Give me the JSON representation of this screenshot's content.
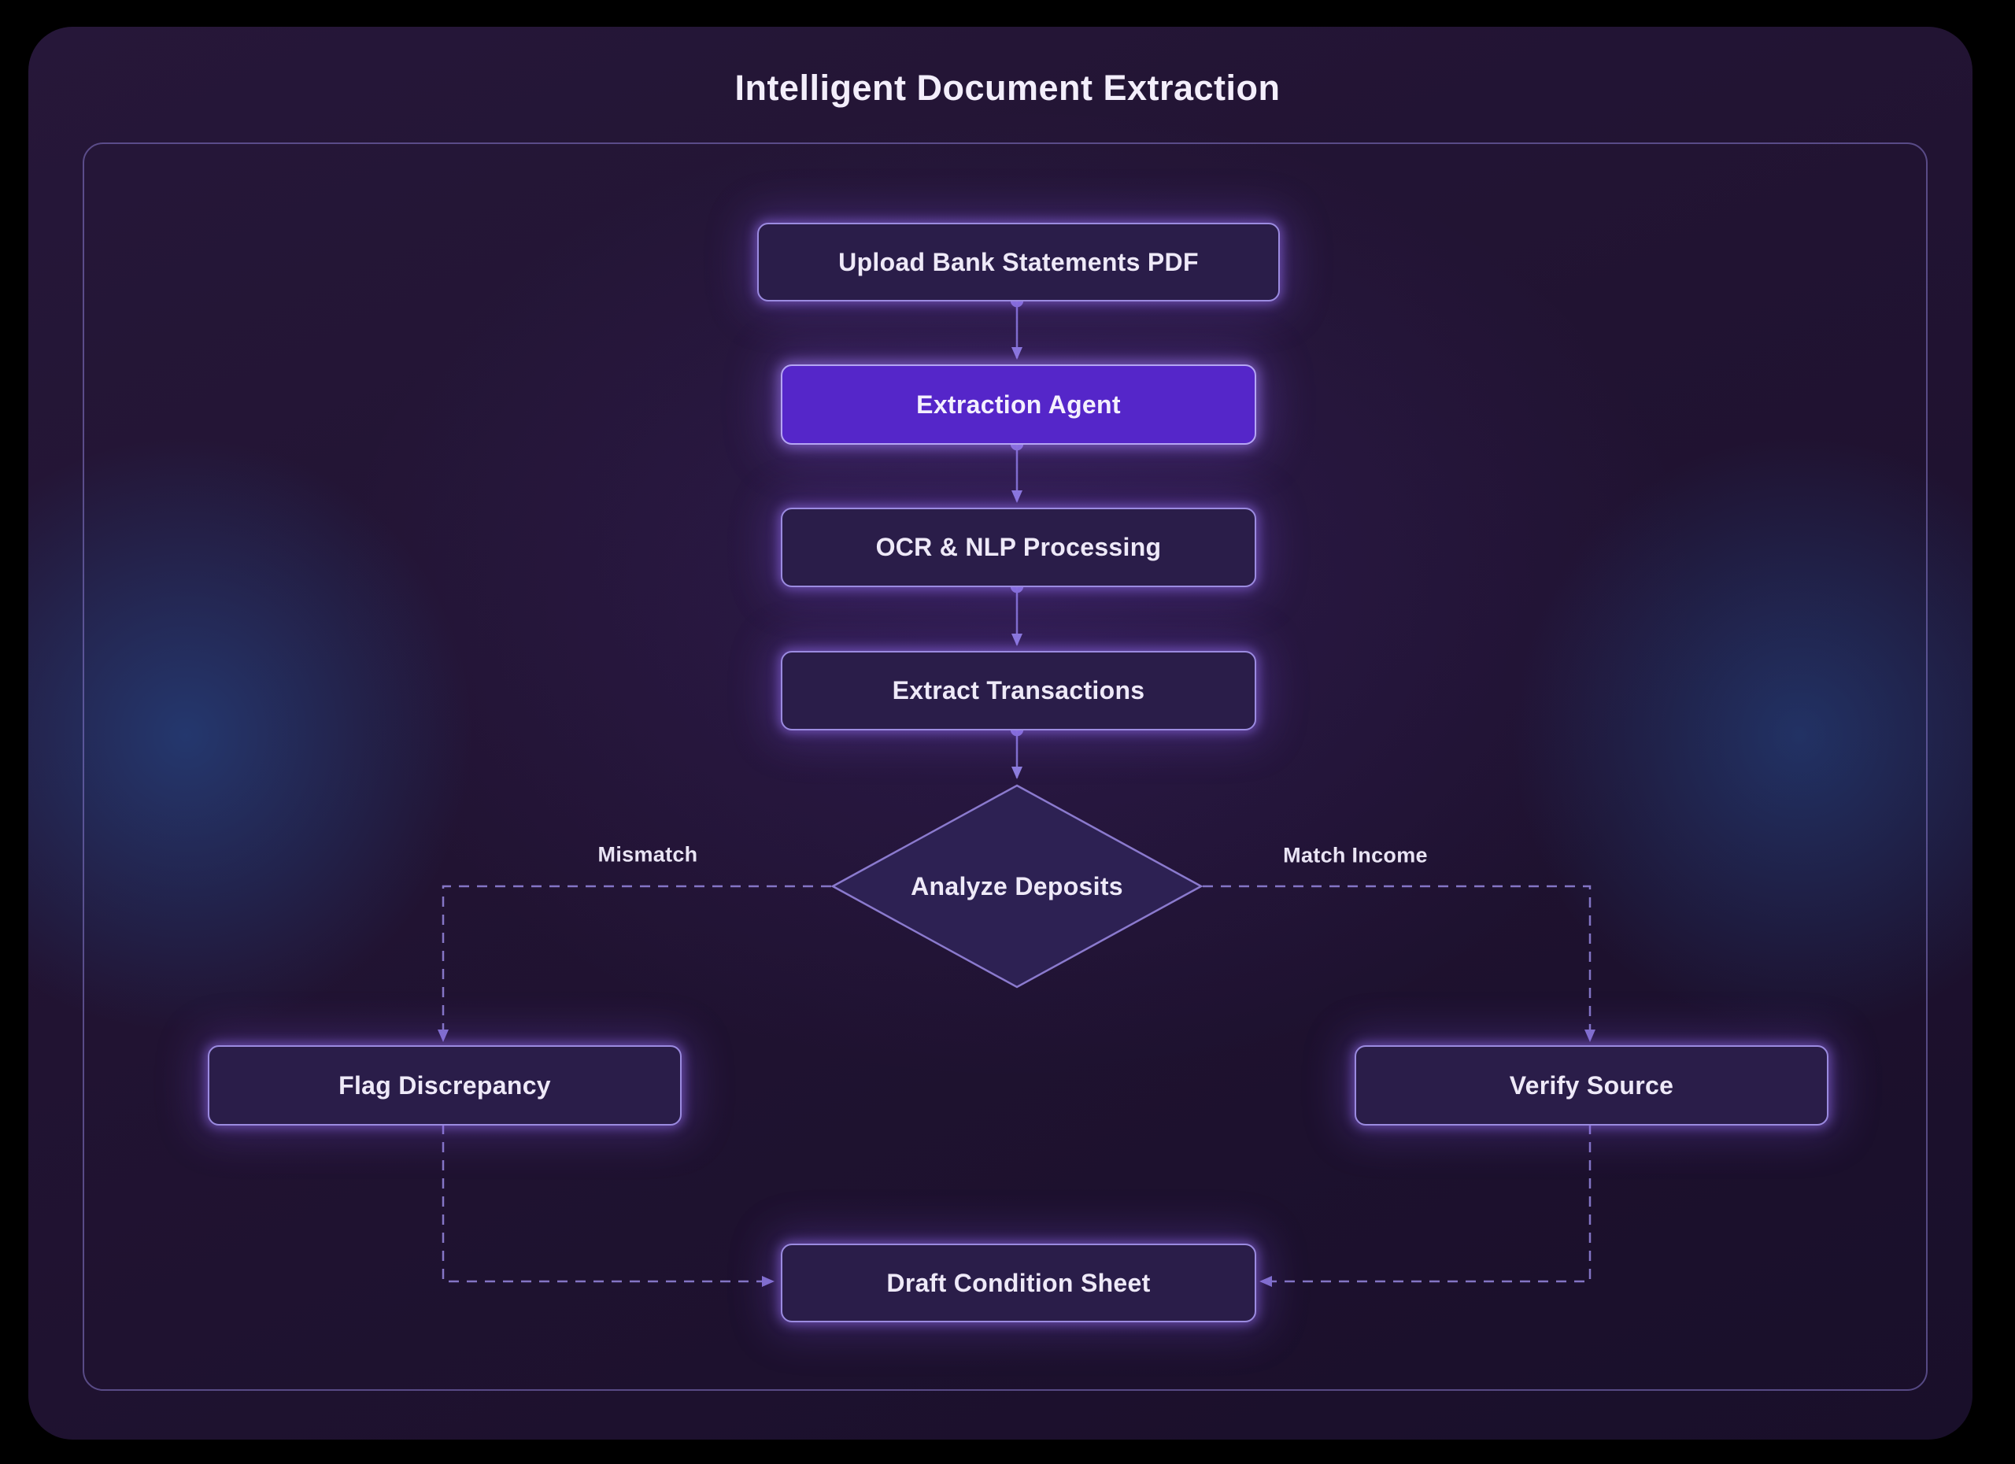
{
  "title": "Intelligent Document Extraction",
  "nodes": {
    "upload": {
      "label": "Upload Bank Statements PDF",
      "type": "process"
    },
    "agent": {
      "label": "Extraction Agent",
      "type": "agent"
    },
    "ocr": {
      "label": "OCR & NLP Processing",
      "type": "process"
    },
    "extract": {
      "label": "Extract Transactions",
      "type": "process"
    },
    "decision": {
      "label": "Analyze Deposits",
      "type": "decision"
    },
    "flag": {
      "label": "Flag Discrepancy",
      "type": "process"
    },
    "verify": {
      "label": "Verify Source",
      "type": "process"
    },
    "draft": {
      "label": "Draft Condition Sheet",
      "type": "process"
    }
  },
  "edges": {
    "mismatch_label": "Mismatch",
    "match_label": "Match Income"
  },
  "colors": {
    "background": "#000000",
    "panel_base": "#211332",
    "accent_violet": "#5526c9",
    "node_fill": "#2a1d49",
    "node_border": "#9b8be0",
    "connector": "#8474d0",
    "text_primary": "#eee9f8",
    "glow_blue": "#265aa3"
  }
}
